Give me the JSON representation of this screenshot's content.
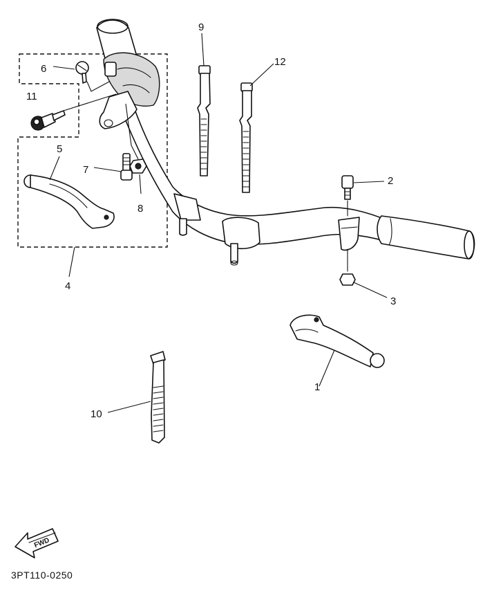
{
  "diagram": {
    "part_labels": {
      "p1": "1",
      "p2": "2",
      "p3": "3",
      "p4": "4",
      "p5": "5",
      "p6": "6",
      "p7": "7",
      "p8": "8",
      "p9": "9",
      "p10": "10",
      "p11": "11",
      "p12": "12"
    },
    "direction_label": "FWD",
    "drawing_code": "3PT110-0250"
  }
}
